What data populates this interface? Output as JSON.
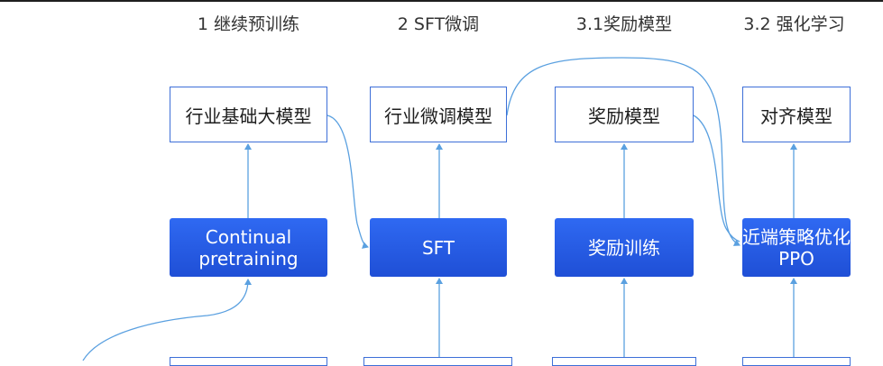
{
  "stages": [
    {
      "label": "1 继续预训练"
    },
    {
      "label": "2 SFT微调"
    },
    {
      "label": "3.1奖励模型"
    },
    {
      "label": "3.2 强化学习"
    }
  ],
  "outputs": [
    {
      "label": "行业基础大模型"
    },
    {
      "label": "行业微调模型"
    },
    {
      "label": "奖励模型"
    },
    {
      "label": "对齐模型"
    }
  ],
  "processes": [
    {
      "line1": "Continual",
      "line2": "pretraining"
    },
    {
      "line1": "SFT",
      "line2": ""
    },
    {
      "line1": "奖励训练",
      "line2": ""
    },
    {
      "line1": "近端策略优化",
      "line2": "PPO"
    }
  ],
  "colors": {
    "accent": "#2f69f2",
    "connector": "#5aa0e0",
    "border": "#3d6fd8"
  }
}
